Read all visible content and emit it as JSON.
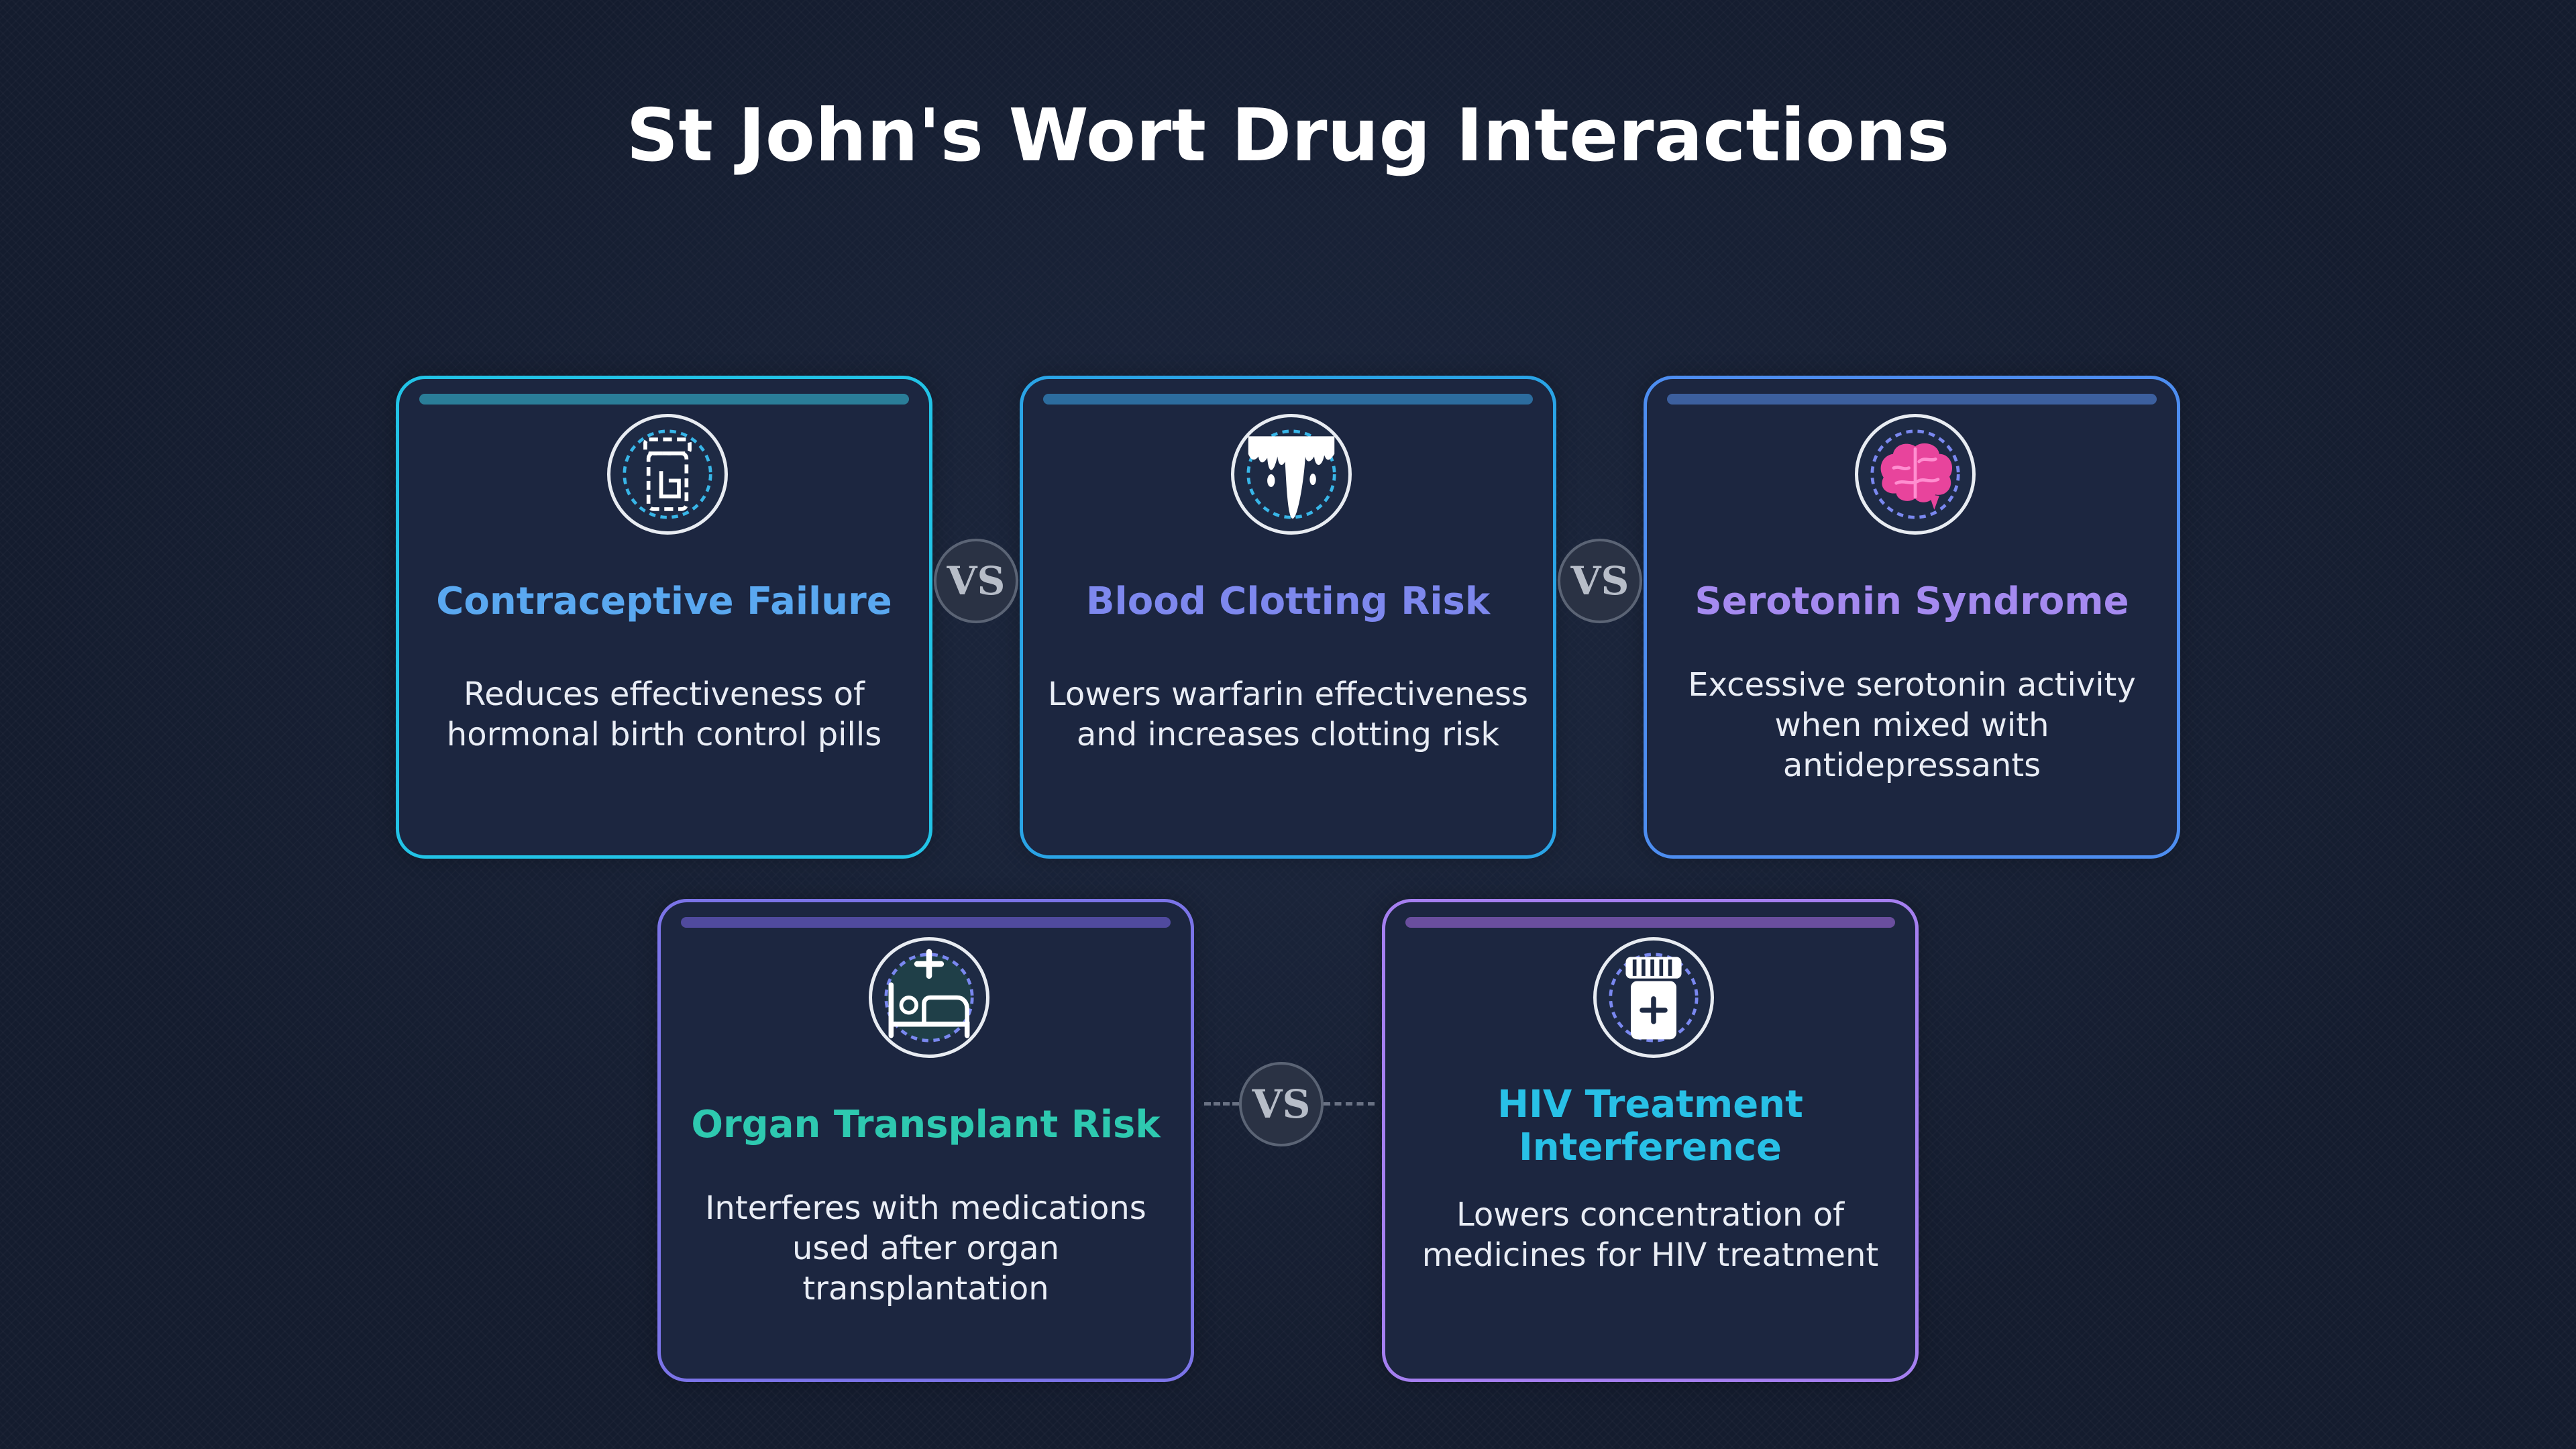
{
  "title": "St John's Wort Drug Interactions",
  "vs_label": "VS",
  "cards": [
    {
      "title": "Contraceptive Failure",
      "description": "Reduces effectiveness of hormonal birth control pills",
      "icon": "pill-bottle-icon",
      "title_color": "#5aa8f0",
      "border_color": "#22c3e6",
      "bar_color": "#2a7d98"
    },
    {
      "title": "Blood Clotting Risk",
      "description": "Lowers warfarin effectiveness and increases clotting risk",
      "icon": "blood-drip-icon",
      "title_color": "#7e88ee",
      "border_color": "#2aa4e6",
      "bar_color": "#2c6c9e"
    },
    {
      "title": "Serotonin Syndrome",
      "description": "Excessive serotonin activity when mixed with antidepressants",
      "icon": "brain-icon",
      "title_color": "#a58af0",
      "border_color": "#4d8df0",
      "bar_color": "#3c5f9e"
    },
    {
      "title": "Organ Transplant Risk",
      "description": "Interferes with medications used after organ transplantation",
      "icon": "hospital-bed-icon",
      "title_color": "#2ec9b0",
      "border_color": "#7b74e8",
      "bar_color": "#504a9e"
    },
    {
      "title": "HIV Treatment Interference",
      "description": "Lowers concentration of medicines for HIV treatment",
      "icon": "medicine-bottle-icon",
      "title_color": "#28c0e6",
      "border_color": "#a57ff0",
      "bar_color": "#6a4e9e"
    }
  ]
}
